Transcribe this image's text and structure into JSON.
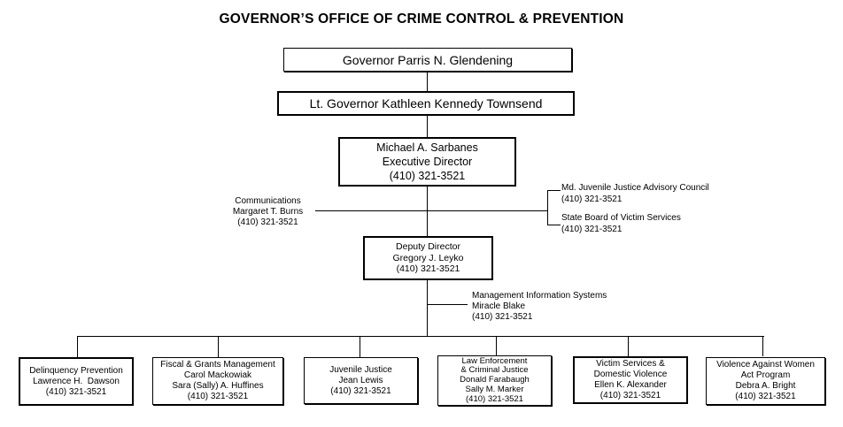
{
  "title": "GOVERNOR’S OFFICE OF CRIME CONTROL & PREVENTION",
  "colors": {
    "background": "#ffffff",
    "line": "#000000",
    "text": "#000000"
  },
  "nodes": {
    "governor": {
      "label": "Governor Parris N. Glendening"
    },
    "lt_governor": {
      "label": "Lt. Governor Kathleen Kennedy Townsend"
    },
    "executive_director": {
      "lines": [
        "Michael A. Sarbanes",
        "Executive Director",
        "(410) 321-3521"
      ]
    },
    "communications": {
      "lines": [
        "Communications",
        "Margaret T. Burns",
        "(410) 321-3521"
      ]
    },
    "md_juvenile_justice_advisory_council": {
      "lines": [
        "Md. Juvenile Justice Advisory Council",
        "(410) 321-3521"
      ]
    },
    "state_board_of_victim_services": {
      "lines": [
        "State Board of Victim Services",
        "(410) 321-3521"
      ]
    },
    "deputy_director": {
      "lines": [
        "Deputy Director",
        "Gregory J. Leyko",
        "(410) 321-3521"
      ]
    },
    "management_information_systems": {
      "lines": [
        "Management Information Systems",
        "Miracle Blake",
        "(410) 321-3521"
      ]
    },
    "delinquency_prevention": {
      "lines": [
        "Delinquency Prevention",
        "Lawrence H.  Dawson",
        "(410) 321-3521"
      ]
    },
    "fiscal_grants_management": {
      "lines": [
        "Fiscal & Grants Management",
        "Carol Mackowiak",
        "Sara (Sally) A. Huffines",
        "(410) 321-3521"
      ]
    },
    "juvenile_justice": {
      "lines": [
        "Juvenile Justice",
        "Jean Lewis",
        "(410) 321-3521"
      ]
    },
    "law_enforcement_criminal_justice": {
      "lines": [
        "Law Enforcement",
        "& Criminal Justice",
        "Donald Farabaugh",
        "Sally M. Marker",
        "(410) 321-3521"
      ]
    },
    "victim_services_domestic_violence": {
      "lines": [
        "Victim Services &",
        "Domestic Violence",
        "Ellen K. Alexander",
        "(410) 321-3521"
      ]
    },
    "violence_against_women_act_program": {
      "lines": [
        "Violence Against Women",
        "Act Program",
        "Debra A. Bright",
        "(410) 321-3521"
      ]
    }
  }
}
